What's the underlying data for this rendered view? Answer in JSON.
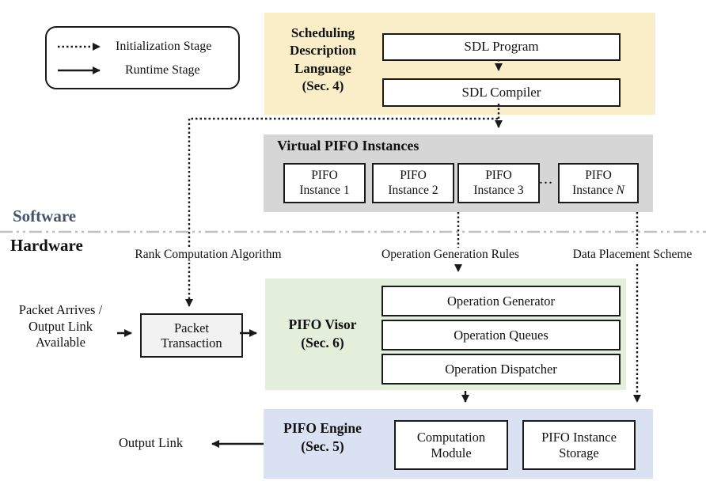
{
  "legend": {
    "initialization": "Initialization Stage",
    "runtime": "Runtime Stage"
  },
  "layers": {
    "software": "Software",
    "hardware": "Hardware"
  },
  "sdl": {
    "title": "Scheduling\nDescription\nLanguage\n(Sec. 4)",
    "program": "SDL Program",
    "compiler": "SDL Compiler"
  },
  "virtual_pifo": {
    "title": "Virtual PIFO Instances",
    "instance1": "PIFO\nInstance 1",
    "instance2": "PIFO\nInstance 2",
    "instance3": "PIFO\nInstance 3",
    "ellipsis": "...",
    "instance_n_line1": "PIFO",
    "instance_n_prefix": "Instance",
    "instance_n_var": "N"
  },
  "mid_labels": {
    "rank": "Rank Computation Algorithm",
    "operation": "Operation Generation Rules",
    "data": "Data Placement Scheme"
  },
  "packet_flow": {
    "input": "Packet Arrives /\nOutput Link\nAvailable",
    "transaction": "Packet\nTransaction",
    "output": "Output Link"
  },
  "visor": {
    "title": "PIFO Visor\n(Sec. 6)",
    "boxes": [
      "Operation Generator",
      "Operation Queues",
      "Operation Dispatcher"
    ]
  },
  "engine": {
    "title": "PIFO Engine\n(Sec. 5)",
    "computation": "Computation\nModule",
    "storage": "PIFO Instance\nStorage"
  },
  "colors": {
    "sdl_bg": "#FAEEC8",
    "virtual_pifo_bg": "#D6D6D6",
    "visor_bg": "#E3EFDB",
    "engine_bg": "#D9E1F2",
    "transaction_bg": "#F2F2F2",
    "software_text": "#44546A",
    "divider_line": "#BFBFBF",
    "line": "#1a1a1a"
  }
}
